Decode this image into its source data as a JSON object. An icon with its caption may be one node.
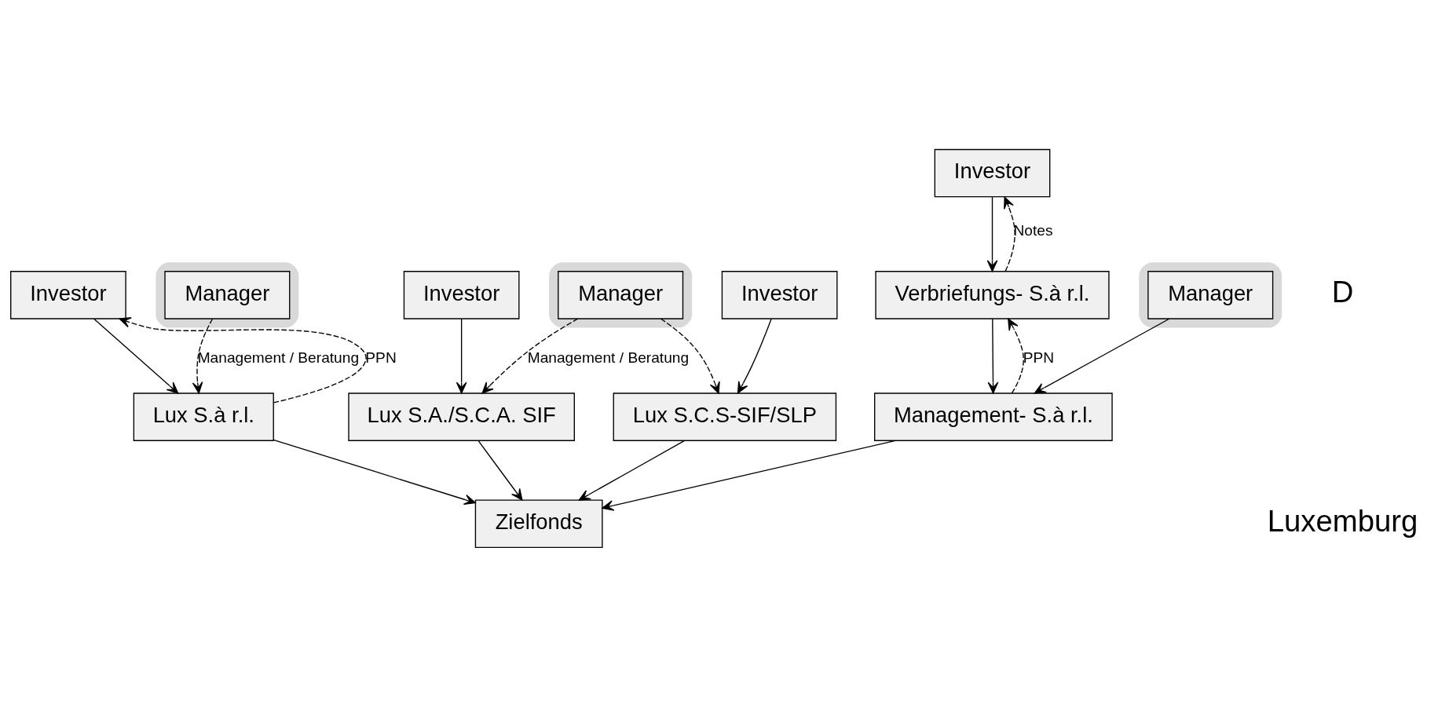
{
  "diagram": {
    "nodes": [
      {
        "text": [
          "Investor"
        ]
      },
      {
        "text": [],
        "shape": "ellipse"
      },
      {
        "text": [
          "Manager"
        ],
        "in": 1
      },
      {
        "text": [
          "Lux S.à r.l."
        ]
      },
      {
        "text": [
          "Investor"
        ]
      },
      {
        "text": [
          "Lux S.A./S.C.A. SIF"
        ]
      },
      {
        "text": [],
        "shape": "ellipse"
      },
      {
        "text": [
          "Manager"
        ],
        "in": 6
      },
      {
        "text": [
          "Investor"
        ]
      },
      {
        "text": [
          "Lux S.C.S-SIF/SLP"
        ]
      },
      {
        "text": [
          "Investor"
        ]
      },
      {
        "text": [
          "Verbriefungs- S.à r.l."
        ]
      },
      {
        "text": [
          "Management- S.à r.l."
        ]
      },
      {
        "text": [],
        "shape": "ellipse"
      },
      {
        "text": [
          "Manager"
        ],
        "in": 13
      },
      {
        "text": [
          "Zielfonds"
        ]
      }
    ],
    "edges": [
      {
        "from": 0,
        "to": 3,
        "arrow": "to"
      },
      {
        "from": 3,
        "to": 0,
        "arrow": "to",
        "style": "dashed",
        "label": "PPN"
      },
      {
        "from": 2,
        "to": 3,
        "arrow": "to",
        "style": "dashed",
        "label": "Management / Beratung"
      },
      {
        "from": 4,
        "to": 5,
        "arrow": "to"
      },
      {
        "from": 7,
        "to": 5,
        "arrow": "to",
        "style": "dashed",
        "label": "Management / Beratung"
      },
      {
        "from": 7,
        "to": 9,
        "arrow": "to",
        "style": "dashed"
      },
      {
        "from": 8,
        "to": 9,
        "arrow": "to"
      },
      {
        "from": 10,
        "to": 11,
        "arrow": "to"
      },
      {
        "from": 11,
        "to": 10,
        "arrow": "to",
        "style": "dashed",
        "label": "Notes"
      },
      {
        "from": 11,
        "to": 12,
        "arrow": "to"
      },
      {
        "from": 12,
        "to": 11,
        "arrow": "to",
        "style": "dashed",
        "label": "PPN"
      },
      {
        "from": 14,
        "to": 12,
        "arrow": "to"
      },
      {
        "from": 3,
        "to": 15,
        "arrow": "to"
      },
      {
        "from": 5,
        "to": 15,
        "arrow": "to"
      },
      {
        "from": 9,
        "to": 15,
        "arrow": "to"
      },
      {
        "from": 12,
        "to": 15,
        "arrow": "to"
      }
    ],
    "labels": [
      "D",
      "Luxemburg"
    ]
  }
}
